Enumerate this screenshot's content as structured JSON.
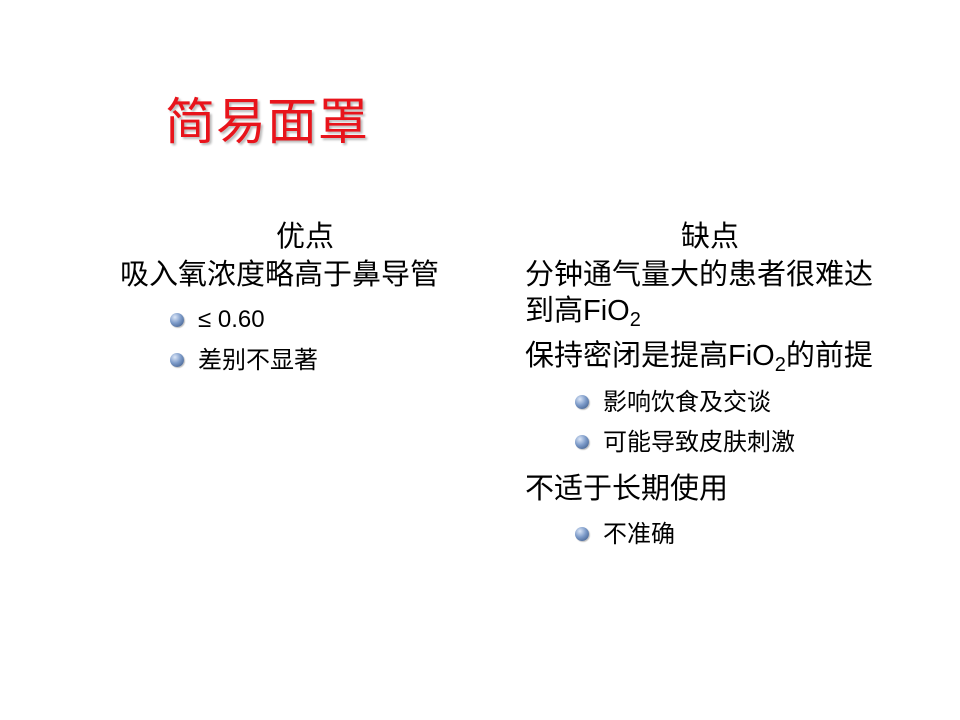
{
  "slide": {
    "title": "简易面罩",
    "left": {
      "heading": "优点",
      "point": "吸入氧浓度略高于鼻导管",
      "subs": [
        "≤ 0.60",
        "差别不显著"
      ]
    },
    "right": {
      "heading": "缺点",
      "point1": {
        "lead": "分钟通气量大的患者很难达到高",
        "fi": "FiO",
        "sub": "2"
      },
      "point2": {
        "lead": "保持密闭是提高",
        "fi": "FiO",
        "sub": "2",
        "trail": "的前提"
      },
      "point2_subs": [
        "影响饮食及交谈",
        "可能导致皮肤刺激"
      ],
      "point3": "不适于长期使用",
      "point3_subs": [
        "不准确"
      ]
    }
  },
  "colors": {
    "title": "#e8141b",
    "text": "#000000",
    "bullet": "#5a7bb0"
  },
  "icons": {
    "sub_bullet": "sphere-bullet-icon"
  }
}
